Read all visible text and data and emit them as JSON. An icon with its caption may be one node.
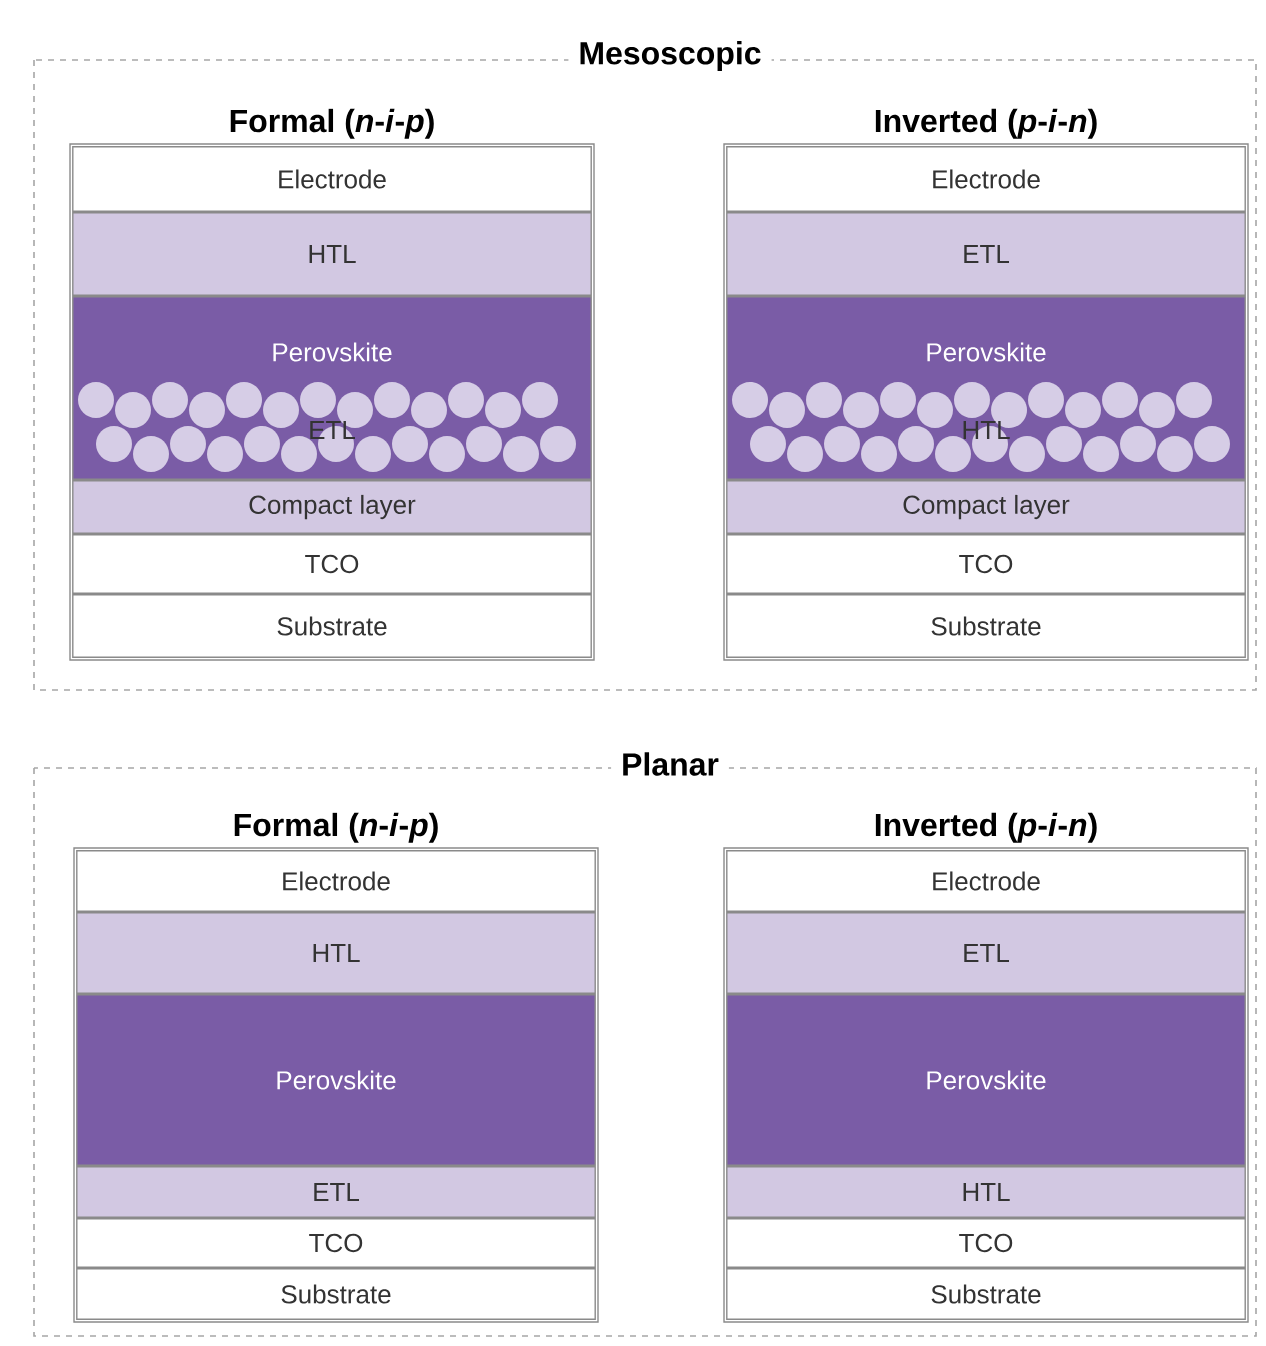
{
  "diagram": {
    "nodes": [
      {
        "text": [
          "Mesoscopic"
        ]
      },
      {
        "text": [
          "Formal (*n*-*i*-*p*)"
        ],
        "in": 0
      },
      {
        "text": [
          "Electrode"
        ],
        "in": 1
      },
      {
        "text": [
          "HTL"
        ],
        "in": 1
      },
      {
        "text": [
          "Perovskite"
        ],
        "in": 1
      },
      {
        "text": [
          "ETL"
        ],
        "in": 4
      },
      {
        "text": [
          "Compact layer"
        ],
        "in": 1
      },
      {
        "text": [
          "TCO"
        ],
        "in": 1
      },
      {
        "text": [
          "Substrate"
        ],
        "in": 1
      },
      {
        "text": [
          "Inverted (*p*-*i*-*n*)"
        ],
        "in": 0
      },
      {
        "text": [
          "Electrode"
        ],
        "in": 9
      },
      {
        "text": [
          "ETL"
        ],
        "in": 9
      },
      {
        "text": [
          "Perovskite"
        ],
        "in": 9
      },
      {
        "text": [
          "HTL"
        ],
        "in": 12
      },
      {
        "text": [
          "Compact layer"
        ],
        "in": 9
      },
      {
        "text": [
          "TCO"
        ],
        "in": 9
      },
      {
        "text": [
          "Substrate"
        ],
        "in": 9
      },
      {
        "text": [
          "Planar"
        ]
      },
      {
        "text": [
          "Formal (*n*-*i*-*p*)"
        ],
        "in": 17
      },
      {
        "text": [
          "Electrode"
        ],
        "in": 18
      },
      {
        "text": [
          "HTL"
        ],
        "in": 18
      },
      {
        "text": [
          "Perovskite"
        ],
        "in": 18
      },
      {
        "text": [
          "ETL"
        ],
        "in": 18
      },
      {
        "text": [
          "TCO"
        ],
        "in": 18
      },
      {
        "text": [
          "Substrate"
        ],
        "in": 18
      },
      {
        "text": [
          "Inverted (*p*-*i*-*n*)"
        ],
        "in": 17
      },
      {
        "text": [
          "Electrode"
        ],
        "in": 25
      },
      {
        "text": [
          "ETL"
        ],
        "in": 25
      },
      {
        "text": [
          "Perovskite"
        ],
        "in": 25
      },
      {
        "text": [
          "HTL"
        ],
        "in": 25
      },
      {
        "text": [
          "TCO"
        ],
        "in": 25
      },
      {
        "text": [
          "Substrate"
        ],
        "in": 25
      }
    ]
  }
}
